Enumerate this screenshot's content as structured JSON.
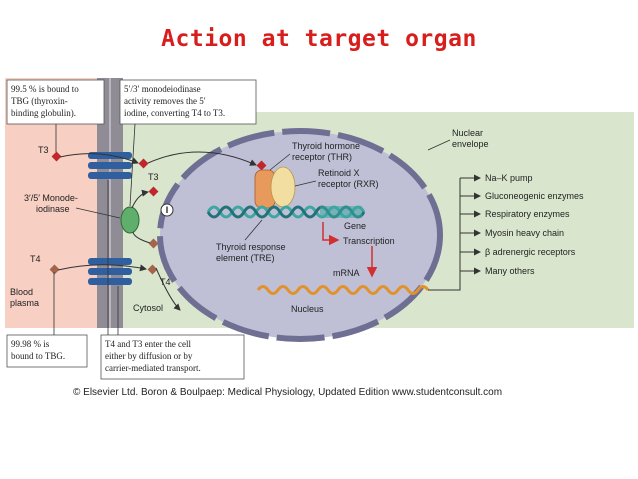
{
  "title": "Action at target organ",
  "boxes": {
    "bound_tbg_line1": "99.5 % is bound to",
    "bound_tbg_line2": "TBG (thyroxin-",
    "bound_tbg_line3": "binding globulin).",
    "deiodinase_line1": "5′/3′ monodeiodinase",
    "deiodinase_line2": "activity removes the 5′",
    "deiodinase_line3": "iodine, converting T4 to T3.",
    "t4_bound_line1": "99.98 % is",
    "t4_bound_line2": "bound to TBG.",
    "enter_line1": "T4 and T3 enter the cell",
    "enter_line2": "either by diffusion or by",
    "enter_line3": "carrier-mediated transport."
  },
  "labels": {
    "t3_left": "T3",
    "t3_right": "T3",
    "t4_left": "T4",
    "t4_right": "T4",
    "monodeiodinase_line1": "3′/5′ Monode-",
    "monodeiodinase_line2": "iodinase",
    "inhibit": "I",
    "blood_line1": "Blood",
    "blood_line2": "plasma",
    "cytosol": "Cytosol",
    "nucleus": "Nucleus",
    "nuclear_envelope_line1": "Nuclear",
    "nuclear_envelope_line2": "envelope",
    "thr_line1": "Thyroid hormone",
    "thr_line2": "receptor (THR)",
    "rxr_line1": "Retinoid X",
    "rxr_line2": "receptor (RXR)",
    "gene": "Gene",
    "transcription": "Transcription",
    "tre_line1": "Thyroid response",
    "tre_line2": "element (TRE)",
    "mrna": "mRNA"
  },
  "effects": [
    "Na–K pump",
    "Gluconeogenic enzymes",
    "Respiratory enzymes",
    "Myosin heavy chain",
    "β adrenergic receptors",
    "Many others"
  ],
  "caption": "© Elsevier Ltd. Boron & Boulpaep: Medical Physiology, Updated Edition    www.studentconsult.com",
  "colors": {
    "title": "#d81d1d",
    "plasma": "#f7cfc3",
    "membrane": "#8f8c96",
    "cytosol": "#d9e6cd",
    "nucleus": "#bfc0d6",
    "envelope": "#6f6f94",
    "hormone_dot": "#c0272d",
    "enzyme": "#5fae6b",
    "transporter": "#2f5f9e",
    "thr": "#e79a5c",
    "rxr": "#f2dea0",
    "dna": "#3ea6a0",
    "mrna": "#e2922d",
    "arrow_red": "#d0302f"
  }
}
